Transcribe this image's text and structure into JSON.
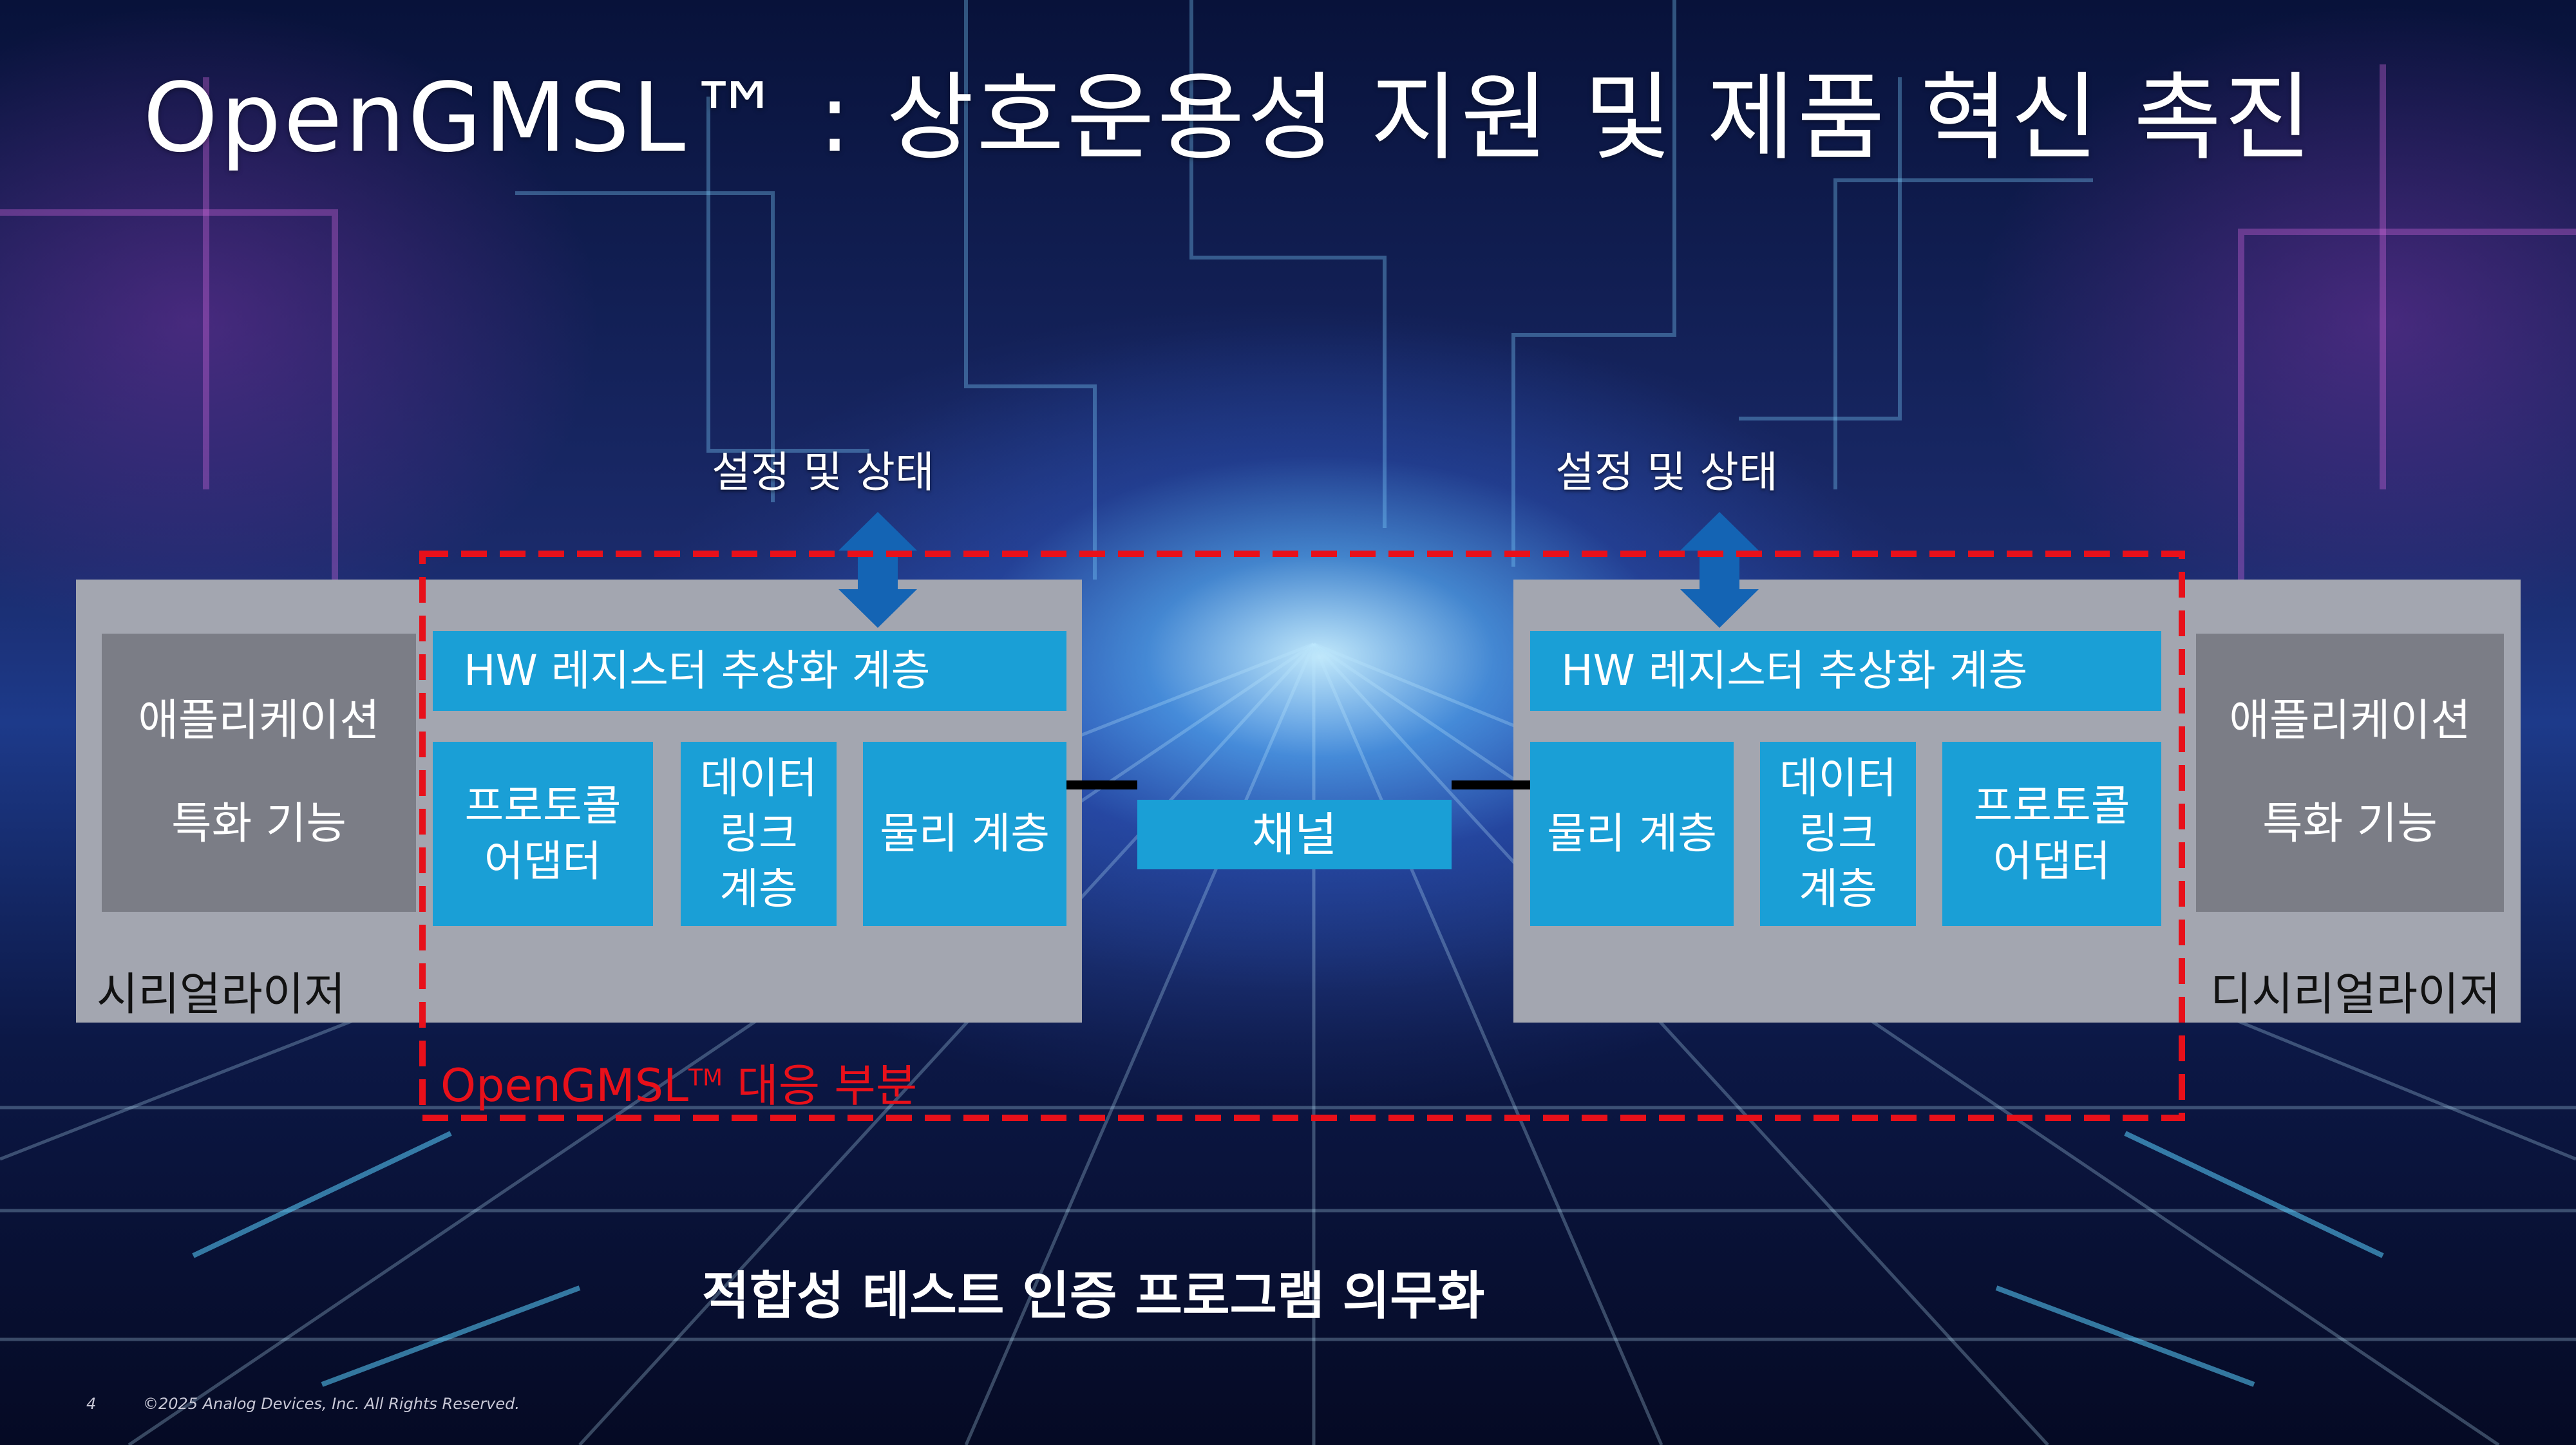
{
  "slide": {
    "title": "OpenGMSL™ : 상호운용성 지원 및 제품 혁신 촉진",
    "page_number": "4",
    "copyright": "©2025 Analog Devices, Inc. All Rights Reserved."
  },
  "diagram": {
    "config_label": "설정 및 상태",
    "channel": "채널",
    "opengmsl_region_label": "OpenGMSL",
    "opengmsl_region_label_tm": "TM",
    "opengmsl_region_label_suffix": "대응 부분",
    "serializer": {
      "name": "시리얼라이저",
      "app_line1": "애플리케이션",
      "app_line2": "특화 기능",
      "hw_layer": "HW 레지스터 추상화 계층",
      "protocol_adapter": "프로토콜\n어댑터",
      "data_link": "데이터\n링크\n계층",
      "physical": "물리 계층"
    },
    "deserializer": {
      "name": "디시리얼라이저",
      "app_line1": "애플리케이션",
      "app_line2": "특화 기능",
      "hw_layer": "HW 레지스터 추상화 계층",
      "protocol_adapter": "프로토콜\n어댑터",
      "data_link": "데이터\n링크\n계층",
      "physical": "물리 계층"
    },
    "bottom_caption": "적합성 테스트 인증 프로그램 의무화"
  },
  "colors": {
    "panel_gray": "#a3a6b0",
    "app_gray": "#7b7d86",
    "layer_blue": "#1a9fd6",
    "arrow_blue": "#1464b4",
    "dash_red": "#e8101a"
  }
}
